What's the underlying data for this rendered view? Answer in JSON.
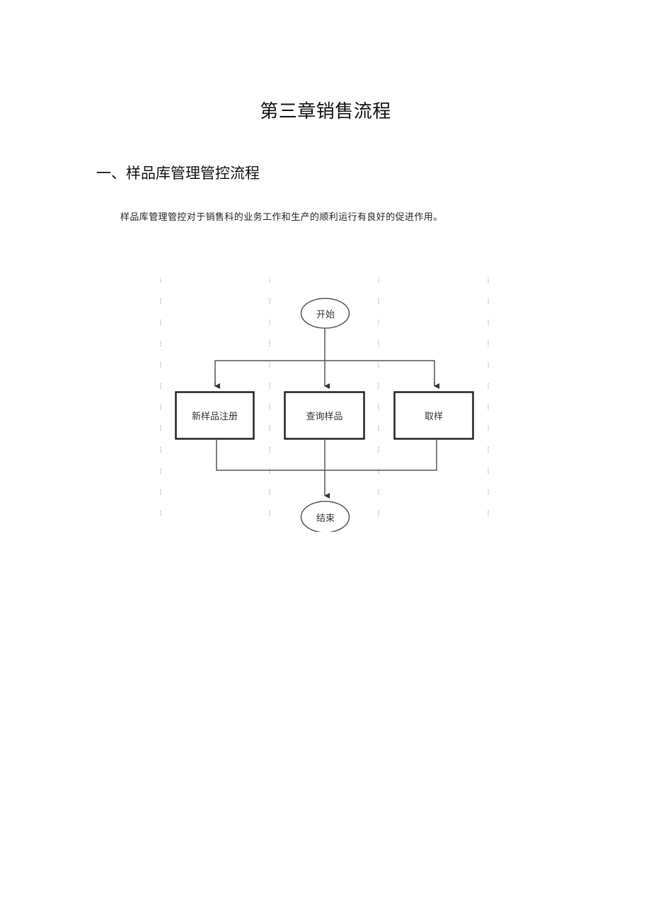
{
  "document": {
    "chapter_title": "第三章销售流程",
    "section_heading": "一、样品库管理管控流程",
    "paragraph": "样品库管理管控对于销售科的业务工作和生产的顺利运行有良好的促进作用。"
  },
  "flowchart": {
    "start": {
      "label": "开始",
      "shape": "ellipse"
    },
    "steps": [
      {
        "label": "新样品注册",
        "shape": "rectangle"
      },
      {
        "label": "查询样品",
        "shape": "rectangle"
      },
      {
        "label": "取样",
        "shape": "rectangle"
      }
    ],
    "end": {
      "label": "结束",
      "shape": "ellipse"
    },
    "edges": [
      {
        "from": "开始",
        "to": "新样品注册"
      },
      {
        "from": "开始",
        "to": "查询样品"
      },
      {
        "from": "开始",
        "to": "取样"
      },
      {
        "from": "新样品注册",
        "to": "结束"
      },
      {
        "from": "查询样品",
        "to": "结束"
      },
      {
        "from": "取样",
        "to": "结束"
      }
    ],
    "colors": {
      "line": "#555555",
      "box_border": "#222222",
      "grid_marker": "#b8b8b8"
    }
  }
}
